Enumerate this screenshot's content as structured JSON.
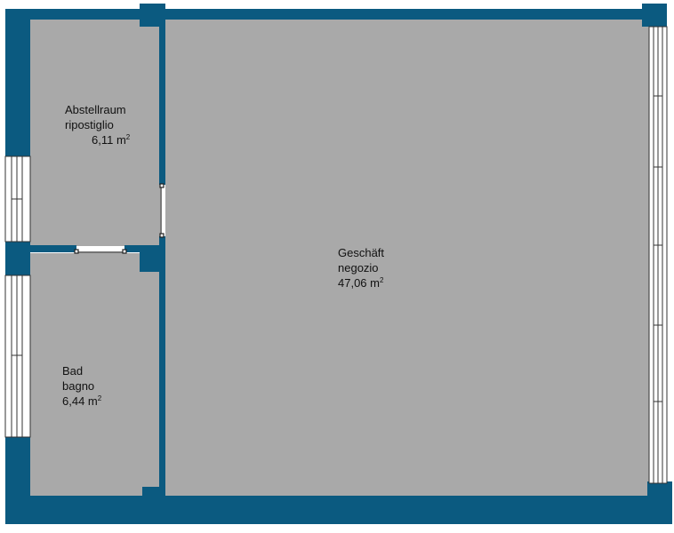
{
  "colors": {
    "wall": "#0b5a80",
    "floor": "#a9a9a9",
    "window_frame": "#ffffff",
    "window_line": "#333333",
    "background": "#ffffff",
    "text": "#111111"
  },
  "rooms": {
    "storage": {
      "name_de": "Abstellraum",
      "name_it": "ripostiglio",
      "area": "6,11 m",
      "area_unit_exp": "2"
    },
    "shop": {
      "name_de": "Geschäft",
      "name_it": "negozio",
      "area": "47,06 m",
      "area_unit_exp": "2"
    },
    "bath": {
      "name_de": "Bad",
      "name_it": "bagno",
      "area": "6,44 m",
      "area_unit_exp": "2"
    }
  }
}
